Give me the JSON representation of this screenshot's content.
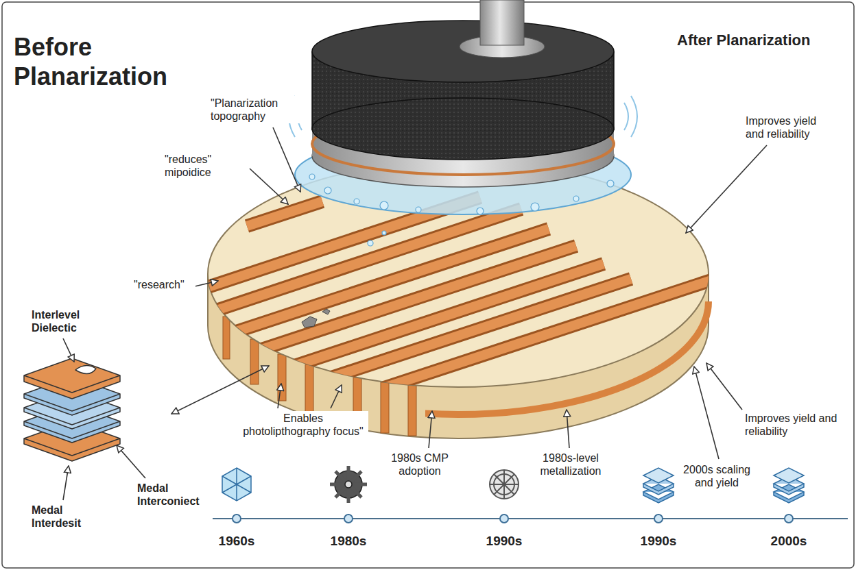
{
  "diagram": {
    "title": "Before Planarization",
    "labels": [
      "After Planarization",
      "\"Planarization topography",
      "\"reduces\" mipoidice",
      "Improves yield and reliability",
      "\"research\"",
      "Interlevel Dielectic",
      "Enables photolipthography focus\"",
      "1980s CMP adoption",
      "1980s-level metallization",
      "Improves yield and reliability",
      "2000s scaling and yield",
      "Medal Interconiect",
      "Medal Interdesit",
      "1960s",
      "1980s",
      "1990s",
      "1990s",
      "2000s"
    ]
  }
}
